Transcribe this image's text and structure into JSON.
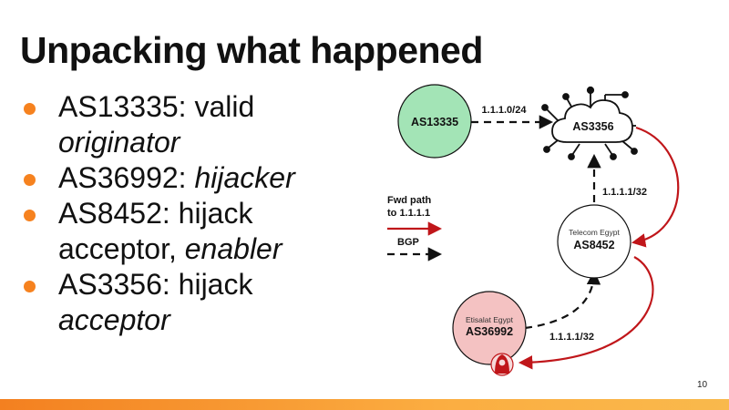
{
  "slide": {
    "title": "Unpacking what happened",
    "page_number": "10",
    "accent_color": "#f6821f"
  },
  "bullets": [
    {
      "plain": "AS13335: valid ",
      "italic": "originator"
    },
    {
      "plain": "AS36992: ",
      "italic": "hijacker"
    },
    {
      "plain": "AS8452: hijack acceptor, ",
      "italic": "enabler"
    },
    {
      "plain": "AS3356: hijack ",
      "italic": "acceptor"
    }
  ],
  "diagram": {
    "nodes": {
      "as13335": {
        "label": "AS13335",
        "fill": "#a3e4b6"
      },
      "as3356": {
        "label": "AS3356",
        "icon": "cloud-network-icon"
      },
      "as8452": {
        "sublabel": "Telecom Egypt",
        "label": "AS8452"
      },
      "as36992": {
        "sublabel": "Etisalat Egypt",
        "label": "AS36992",
        "fill": "#f4c2c2",
        "icon": "hooded-hacker-icon"
      }
    },
    "edges": {
      "origin_prefix": "1.1.1.0/24",
      "hijack_prefix_upper": "1.1.1.1/32",
      "hijack_prefix_lower": "1.1.1.1/32"
    },
    "legend": {
      "fwd_line1": "Fwd path",
      "fwd_line2": "to 1.1.1.1",
      "bgp": "BGP"
    },
    "colors": {
      "fwd_path": "#c0161a",
      "bgp": "#111111"
    }
  }
}
